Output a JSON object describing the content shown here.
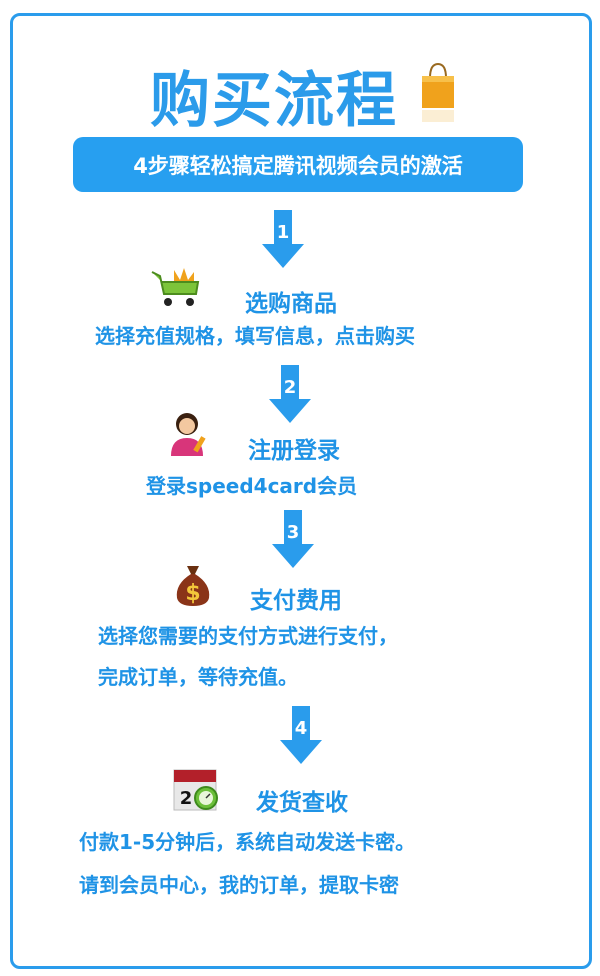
{
  "title": "购买流程",
  "banner": "4步骤轻松搞定腾讯视频会员的激活",
  "colors": {
    "accent": "#2a9cec",
    "text": "#1f93e6"
  },
  "steps": [
    {
      "number": "1",
      "icon": "shopping-cart-icon",
      "label": "选购商品",
      "desc": [
        "选择充值规格，填写信息，点击购买"
      ]
    },
    {
      "number": "2",
      "icon": "user-avatar-icon",
      "label": "注册登录",
      "desc": [
        "登录speed4card会员"
      ]
    },
    {
      "number": "3",
      "icon": "money-bag-icon",
      "label": "支付费用",
      "desc": [
        "选择您需要的支付方式进行支付，",
        "完成订单，等待充值。"
      ]
    },
    {
      "number": "4",
      "icon": "calendar-clock-icon",
      "label": "发货查收",
      "desc": [
        "付款1-5分钟后，系统自动发送卡密。",
        "请到会员中心，我的订单，提取卡密"
      ]
    }
  ]
}
